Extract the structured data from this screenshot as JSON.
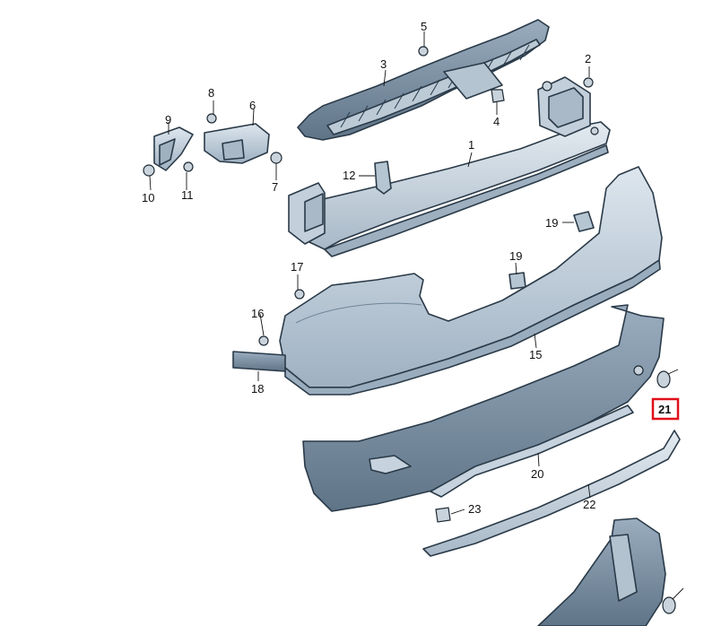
{
  "diagram": {
    "highlighted_part": "21",
    "colors": {
      "part_fill": "#cfd9e2",
      "part_shadow": "#8da0b1",
      "outline": "#2a3a48",
      "highlight": "#e0101a"
    },
    "parts": {
      "p1": "1",
      "p2": "2",
      "p3": "3",
      "p4": "4",
      "p5": "5",
      "p6": "6",
      "p7": "7",
      "p8": "8",
      "p9": "9",
      "p10": "10",
      "p11": "11",
      "p12": "12",
      "p15": "15",
      "p16": "16",
      "p17": "17",
      "p18": "18",
      "p19a": "19",
      "p19b": "19",
      "p20": "20",
      "p21": "21",
      "p22": "22",
      "p23": "23"
    }
  }
}
